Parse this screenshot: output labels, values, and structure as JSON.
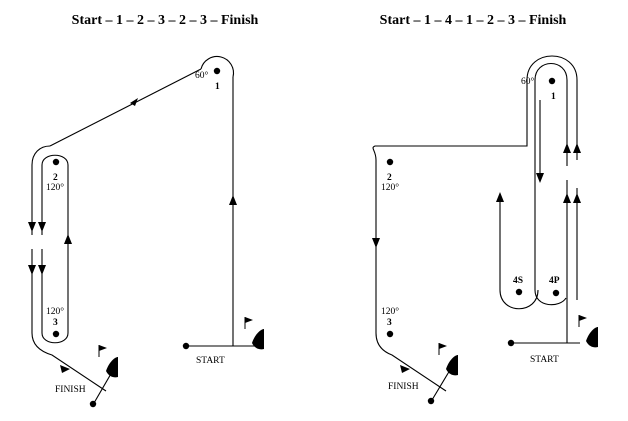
{
  "diagrams": [
    {
      "title": "Start – 1 – 2 – 3 – 2 – 3 – Finish",
      "marks": [
        {
          "id": "1",
          "label": "1",
          "angle": "60°"
        },
        {
          "id": "2",
          "label": "2",
          "angle": "120°"
        },
        {
          "id": "3",
          "label": "3",
          "angle": "120°"
        }
      ],
      "start_label": "START",
      "finish_label": "FINISH"
    },
    {
      "title": "Start – 1 – 4 – 1 – 2 – 3 – Finish",
      "marks": [
        {
          "id": "1",
          "label": "1",
          "angle": "60°"
        },
        {
          "id": "2",
          "label": "2",
          "angle": "120°"
        },
        {
          "id": "3",
          "label": "3",
          "angle": "120°"
        },
        {
          "id": "4S",
          "label": "4S"
        },
        {
          "id": "4P",
          "label": "4P"
        }
      ],
      "start_label": "START",
      "finish_label": "FINISH"
    }
  ]
}
